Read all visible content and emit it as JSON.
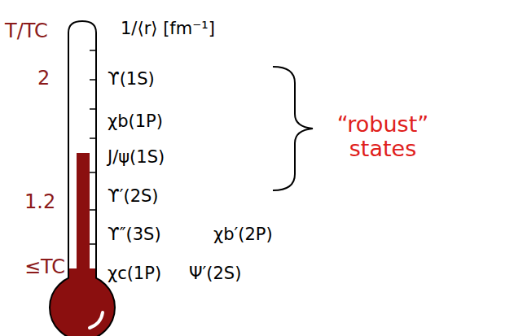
{
  "diagram": {
    "labels": [
      "T/TC",
      "2",
      "1.2",
      "≤TC",
      "1/⟨r⟩ [fm⁻¹]",
      "ϒ(1S)",
      "χb(1P)",
      "J/ψ(1S)",
      "ϒ′(2S)",
      "ϒ″(3S)",
      "χb′(2P)",
      "χc(1P)",
      "Ψ′(2S)",
      "“robust” states"
    ]
  }
}
